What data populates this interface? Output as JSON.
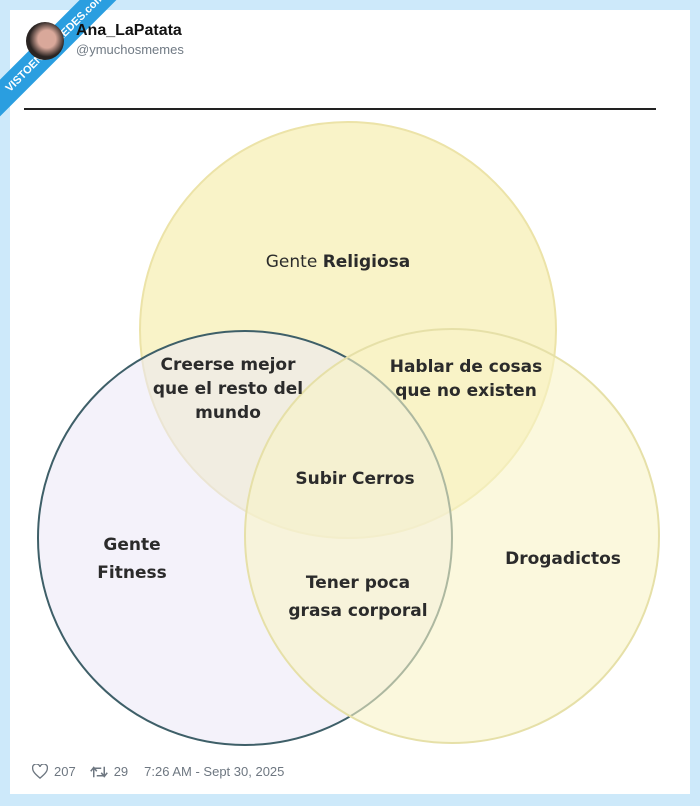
{
  "watermark": "VISTOENLASREDES.com",
  "tweet": {
    "display_name": "Ana_LaPatata",
    "handle": "@ymuchosmemes",
    "likes": "207",
    "retweets": "29",
    "timestamp": "7:26 AM - Sept 30, 2025"
  },
  "icons": {
    "like": "heart-icon",
    "retweet": "retweet-icon"
  },
  "venn": {
    "sets": [
      {
        "label_a": "Gente ",
        "label_b": "Religiosa",
        "color": "#f6eeb0"
      },
      {
        "label_a": "Gente",
        "label_b": "Fitness",
        "color": "#ece8f6"
      },
      {
        "label_a": "Drogadictos",
        "color": "#f8f4c8"
      }
    ],
    "religiosa_fitness": [
      "Creerse mejor",
      "que el resto del",
      "mundo"
    ],
    "religiosa_drogadictos": [
      "Hablar de cosas",
      "que no existen"
    ],
    "fitness_drogadictos": [
      "Tener poca",
      "grasa corporal"
    ],
    "center": "Subir Cerros"
  },
  "colors": {
    "background": "#cde9fa",
    "fitness_stroke": "#3e5f68"
  }
}
